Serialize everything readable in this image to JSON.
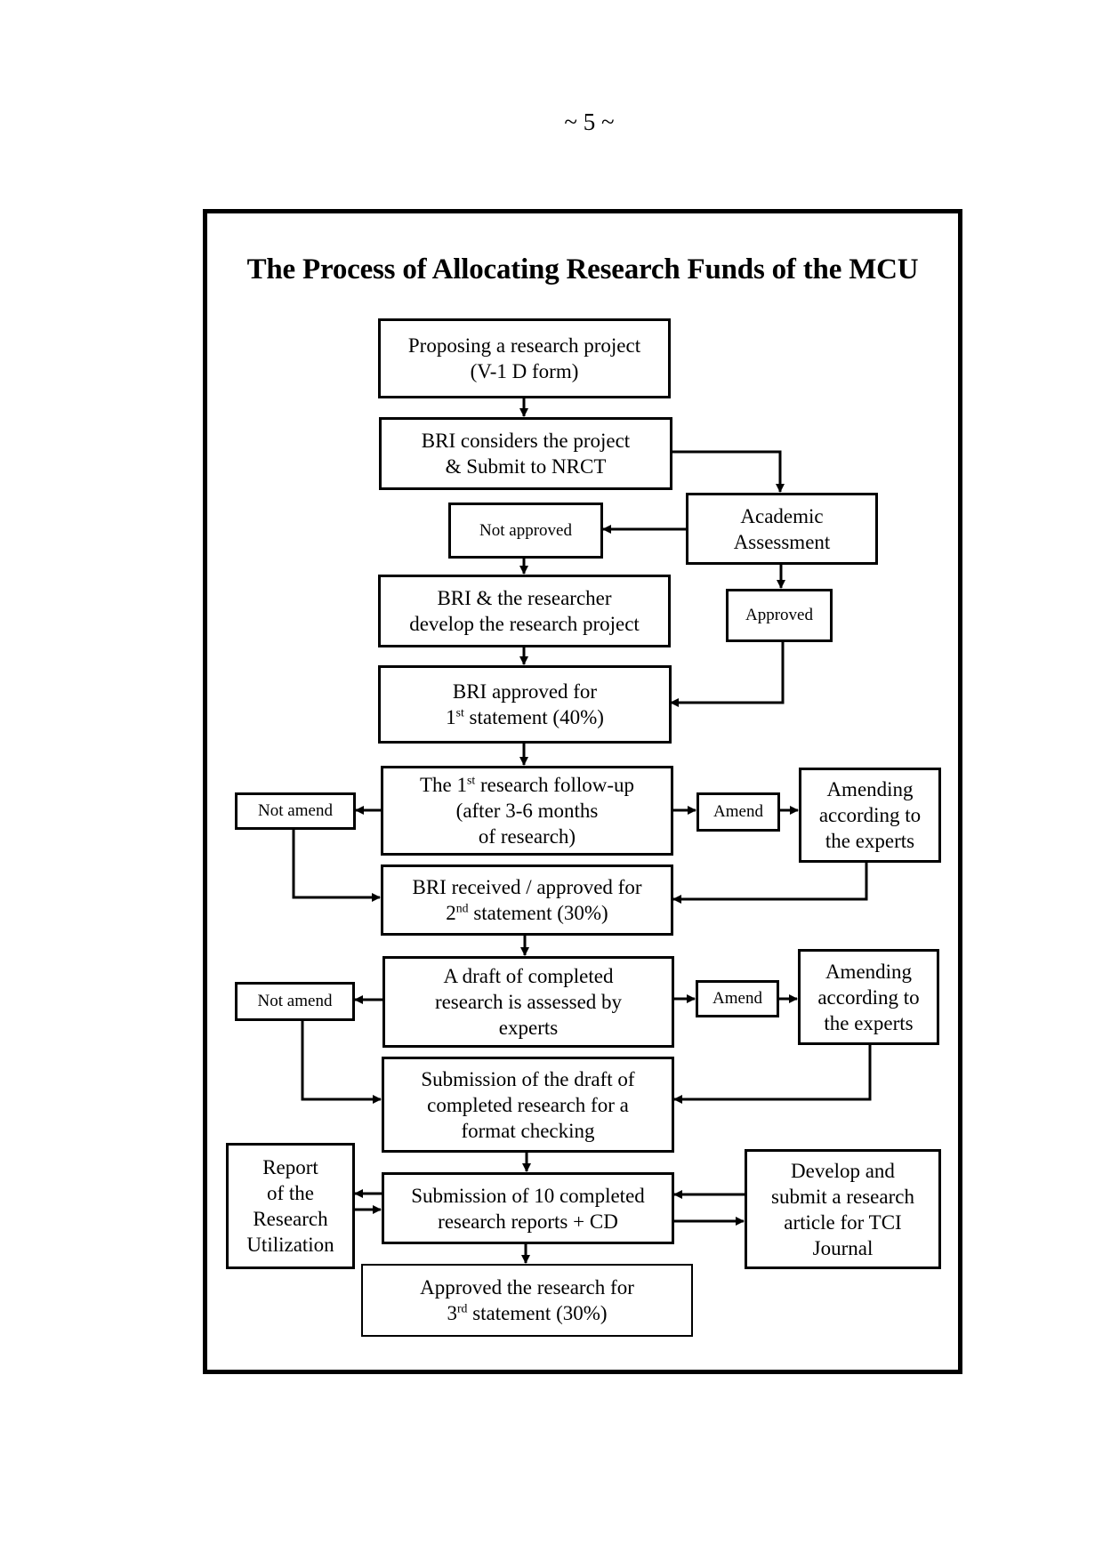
{
  "page_number": "~ 5 ~",
  "title": "The Process of Allocating Research Funds of the MCU",
  "nodes": {
    "propose": {
      "lines": [
        "Proposing a research project",
        "(V-1 D form)"
      ]
    },
    "bri_consider": {
      "lines": [
        "BRI considers the project",
        "& Submit to NRCT"
      ]
    },
    "academic": {
      "lines": [
        "Academic",
        "Assessment"
      ]
    },
    "not_approved": {
      "lines": [
        "Not approved"
      ]
    },
    "approved": {
      "lines": [
        "Approved"
      ]
    },
    "develop_project": {
      "lines": [
        "BRI & the researcher",
        "develop the research project"
      ]
    },
    "first_statement": {
      "line1": "BRI approved for",
      "ord_num": "1",
      "ord_suffix": "st",
      "line2_rest": " statement (40%)"
    },
    "followup": {
      "pre": "The 1",
      "sup": "st",
      "post": " research follow-up",
      "lines": [
        "(after 3-6 months",
        "of research)"
      ]
    },
    "not_amend_1": {
      "lines": [
        "Not amend"
      ]
    },
    "amend_1": {
      "lines": [
        "Amend"
      ]
    },
    "amending_1": {
      "lines": [
        "Amending",
        "according to",
        "the experts"
      ]
    },
    "second_statement": {
      "line1": "BRI received / approved for",
      "ord_num": "2",
      "ord_suffix": "nd",
      "line2_rest": " statement (30%)"
    },
    "draft_assessed": {
      "lines": [
        "A draft of completed",
        "research is assessed by",
        "experts"
      ]
    },
    "not_amend_2": {
      "lines": [
        "Not amend"
      ]
    },
    "amend_2": {
      "lines": [
        "Amend"
      ]
    },
    "amending_2": {
      "lines": [
        "Amending",
        "according to",
        "the experts"
      ]
    },
    "format_check": {
      "lines": [
        "Submission of the draft of",
        "completed research for a",
        "format checking"
      ]
    },
    "submit_reports": {
      "lines": [
        "Submission of 10 completed",
        "research reports + CD"
      ]
    },
    "report_utilization": {
      "lines": [
        "Report",
        "of the",
        "Research",
        "Utilization"
      ]
    },
    "tci_article": {
      "lines": [
        "Develop and",
        "submit a research",
        "article for TCI",
        "Journal"
      ]
    },
    "third_statement": {
      "line1": "Approved the research for",
      "ord_num": "3",
      "ord_suffix": "rd",
      "line2_rest": " statement (30%)"
    }
  },
  "edges": [
    {
      "from": "propose",
      "to": "bri_consider"
    },
    {
      "from": "bri_consider",
      "to": "academic"
    },
    {
      "from": "academic",
      "to": "not_approved"
    },
    {
      "from": "academic",
      "to": "approved"
    },
    {
      "from": "not_approved",
      "to": "develop_project"
    },
    {
      "from": "develop_project",
      "to": "first_statement"
    },
    {
      "from": "approved",
      "to": "first_statement"
    },
    {
      "from": "first_statement",
      "to": "followup"
    },
    {
      "from": "followup",
      "to": "not_amend_1"
    },
    {
      "from": "followup",
      "to": "amend_1"
    },
    {
      "from": "amend_1",
      "to": "amending_1"
    },
    {
      "from": "not_amend_1",
      "to": "second_statement"
    },
    {
      "from": "amending_1",
      "to": "second_statement"
    },
    {
      "from": "second_statement",
      "to": "draft_assessed"
    },
    {
      "from": "draft_assessed",
      "to": "not_amend_2"
    },
    {
      "from": "draft_assessed",
      "to": "amend_2"
    },
    {
      "from": "amend_2",
      "to": "amending_2"
    },
    {
      "from": "not_amend_2",
      "to": "format_check"
    },
    {
      "from": "amending_2",
      "to": "format_check"
    },
    {
      "from": "format_check",
      "to": "submit_reports"
    },
    {
      "from": "submit_reports",
      "to": "report_utilization"
    },
    {
      "from": "report_utilization",
      "to": "submit_reports"
    },
    {
      "from": "tci_article",
      "to": "submit_reports"
    },
    {
      "from": "submit_reports",
      "to": "tci_article"
    },
    {
      "from": "submit_reports",
      "to": "third_statement"
    }
  ]
}
